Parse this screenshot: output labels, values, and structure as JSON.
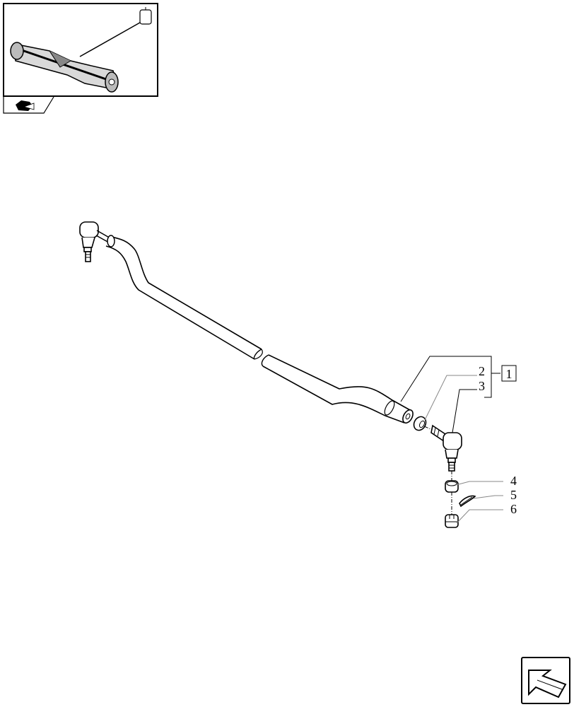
{
  "callouts": {
    "group": "1",
    "items": [
      "2",
      "3",
      "4",
      "5",
      "6"
    ]
  },
  "icons": {
    "thumbnail": "axle-assembly-thumbnail",
    "section": "section-tab-icon",
    "nav": "next-page-arrow-icon"
  }
}
